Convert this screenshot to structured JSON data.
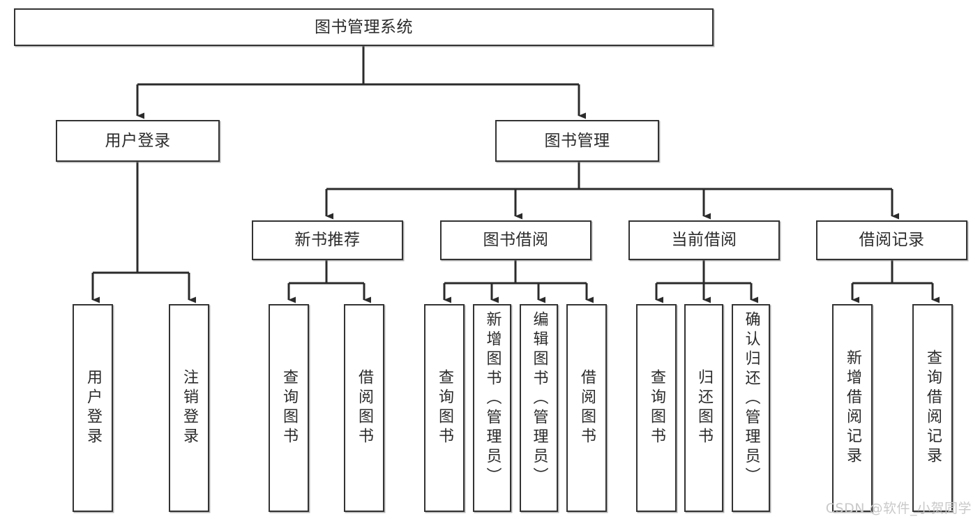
{
  "diagram": {
    "title": "图书管理系统",
    "type": "tree",
    "watermark": "CSDN @软件_小贺同学",
    "colors": {
      "border": "#333333",
      "text": "#2b2b2b",
      "background": "#ffffff",
      "connector": "#2b2b2b",
      "watermark": "#c9c9c9"
    },
    "levels": {
      "root": {
        "label": "图书管理系统"
      },
      "level2": [
        {
          "label": "用户登录"
        },
        {
          "label": "图书管理"
        }
      ],
      "level3": [
        {
          "label": "新书推荐"
        },
        {
          "label": "图书借阅"
        },
        {
          "label": "当前借阅"
        },
        {
          "label": "借阅记录"
        }
      ],
      "leaves": {
        "user_login": [
          {
            "label": "用户登录"
          },
          {
            "label": "注销登录"
          }
        ],
        "new_book_recommend": [
          {
            "label": "查询图书"
          },
          {
            "label": "借阅图书"
          }
        ],
        "book_borrow": [
          {
            "label": "查询图书"
          },
          {
            "label": "新增图书（管理员）"
          },
          {
            "label": "编辑图书（管理员）"
          },
          {
            "label": "借阅图书"
          }
        ],
        "current_borrow": [
          {
            "label": "查询图书"
          },
          {
            "label": "归还图书"
          },
          {
            "label": "确认归还（管理员）"
          }
        ],
        "borrow_record": [
          {
            "label": "新增借阅记录"
          },
          {
            "label": "查询借阅记录"
          }
        ]
      }
    }
  }
}
